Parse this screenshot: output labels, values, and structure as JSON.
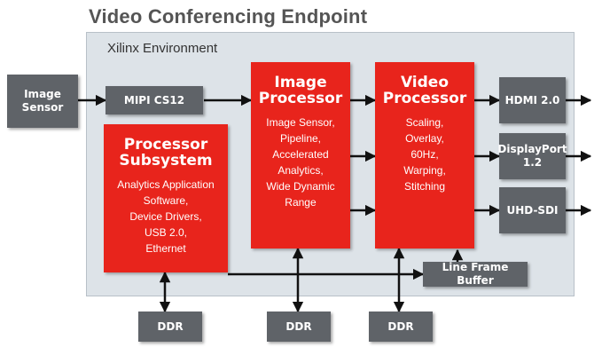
{
  "title": "Video Conferencing Endpoint",
  "environment_label": "Xilinx Environment",
  "blocks": {
    "image_sensor": "Image\nSensor",
    "mipi": "MIPI CS12",
    "processor_subsystem": {
      "title": "Processor\nSubsystem",
      "desc": "Analytics Application\nSoftware,\nDevice Drivers,\nUSB 2.0,\nEthernet"
    },
    "image_processor": {
      "title": "Image\nProcessor",
      "desc": "Image Sensor,\nPipeline,\nAccelerated\nAnalytics,\nWide Dynamic\nRange"
    },
    "video_processor": {
      "title": "Video\nProcessor",
      "desc": "Scaling,\nOverlay,\n60Hz,\nWarping,\nStitching"
    },
    "hdmi": "HDMI 2.0",
    "displayport": "DisplayPort\n1.2",
    "uhd_sdi": "UHD-SDI",
    "line_frame_buffer": "Line Frame Buffer",
    "ddr_1": "DDR",
    "ddr_2": "DDR",
    "ddr_3": "DDR"
  },
  "colors": {
    "red": "#e8241c",
    "gray": "#5f6368",
    "environment": "#dde3e8",
    "arrow": "#111111"
  }
}
